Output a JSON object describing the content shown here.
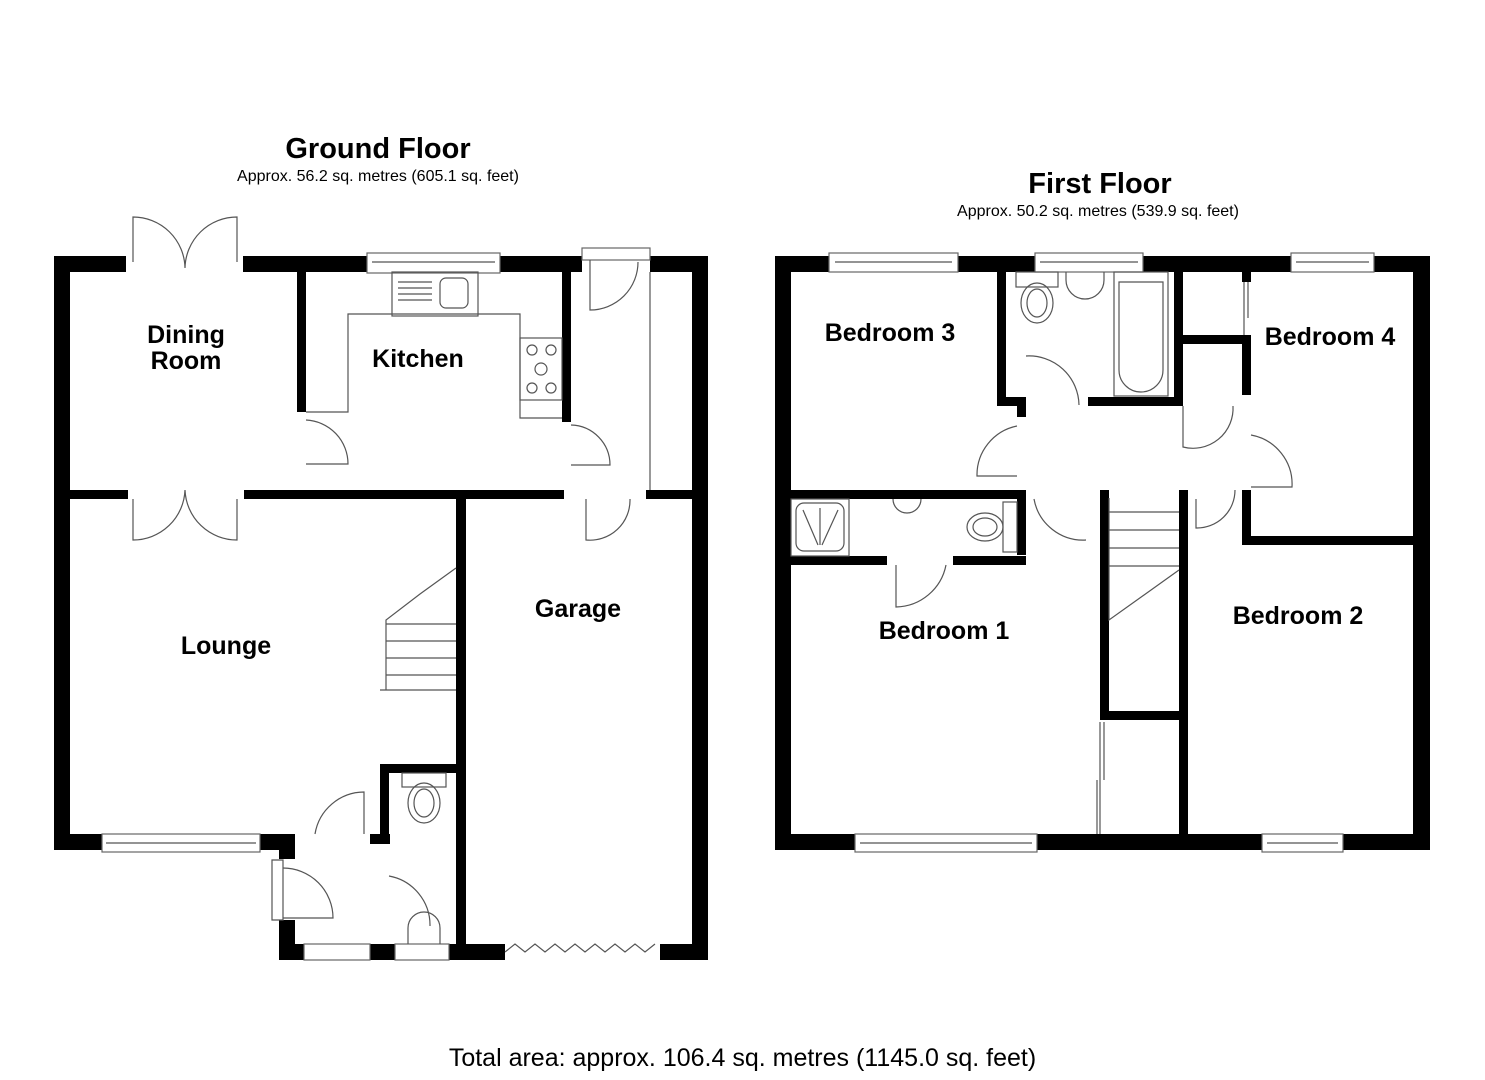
{
  "ground_floor": {
    "title": "Ground Floor",
    "area": "Approx. 56.2 sq. metres (605.1 sq. feet)",
    "rooms": {
      "dining_room_line1": "Dining",
      "dining_room_line2": "Room",
      "kitchen": "Kitchen",
      "lounge": "Lounge",
      "garage": "Garage"
    },
    "fixtures": [
      "double-doors",
      "sink",
      "hob",
      "staircase",
      "wc",
      "basin",
      "folding-garage-door",
      "windows"
    ]
  },
  "first_floor": {
    "title": "First Floor",
    "area": "Approx. 50.2 sq. metres (539.9 sq. feet)",
    "rooms": {
      "bedroom_3": "Bedroom 3",
      "bedroom_4": "Bedroom 4",
      "bedroom_1": "Bedroom 1",
      "bedroom_2": "Bedroom 2"
    },
    "fixtures": [
      "bathroom-wc",
      "bathroom-basin",
      "bath",
      "ensuite-shower",
      "ensuite-basin",
      "ensuite-wc",
      "staircase",
      "cupboards",
      "windows"
    ]
  },
  "total_area": "Total area: approx. 106.4 sq. metres (1145.0 sq. feet)",
  "colors": {
    "wall": "#000000",
    "line": "#555555",
    "background": "#ffffff"
  }
}
